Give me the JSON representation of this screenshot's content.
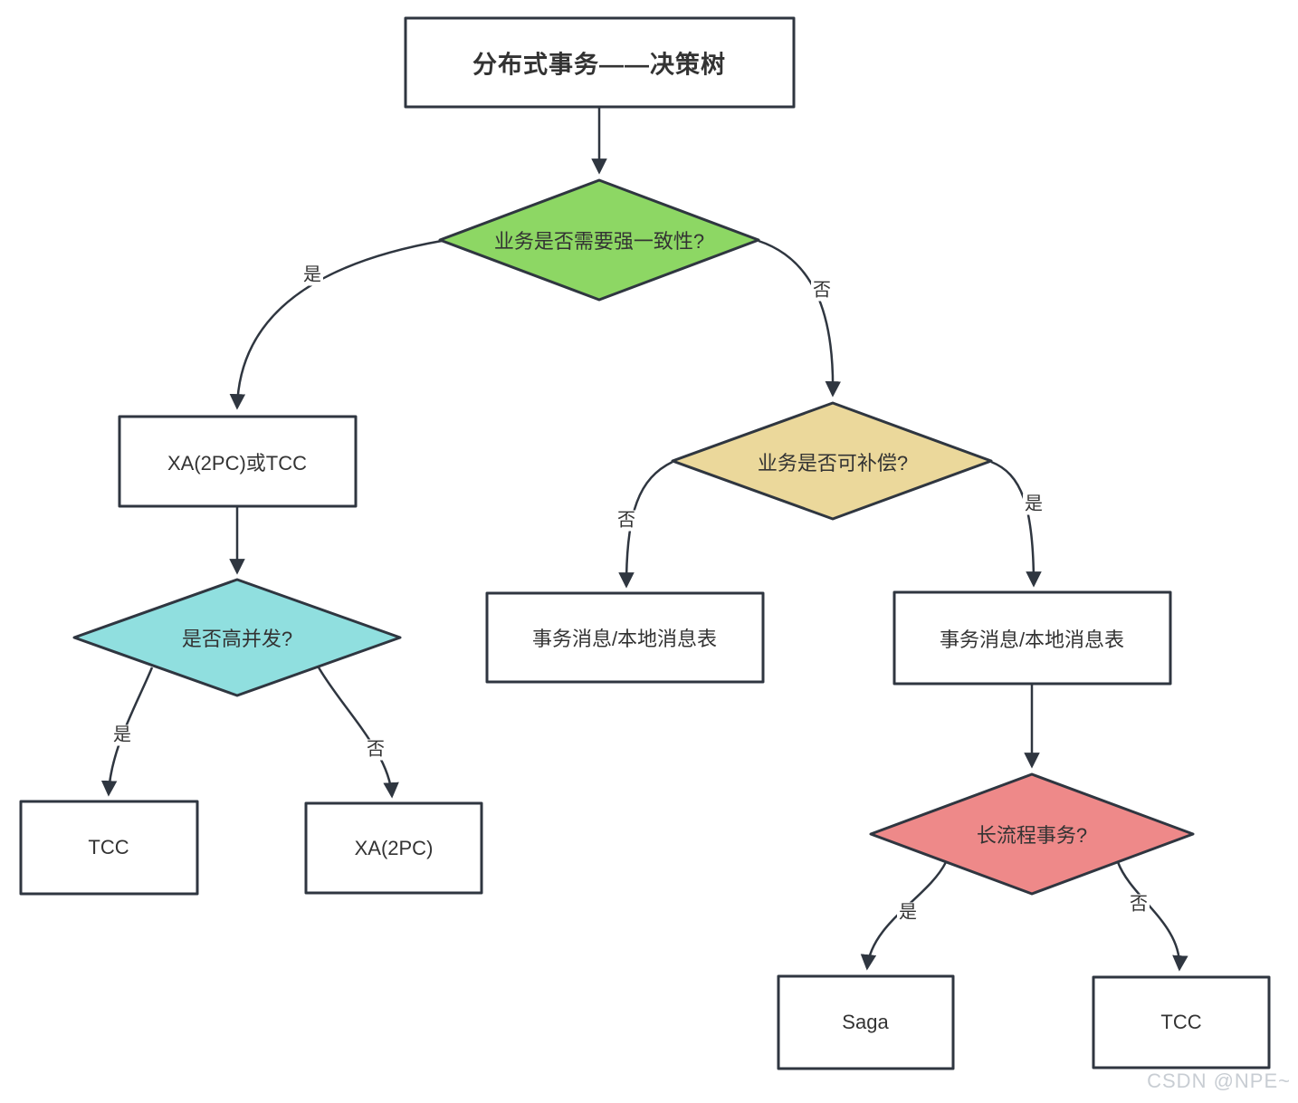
{
  "colors": {
    "green": "#8dd764",
    "cyan": "#90dfdf",
    "yellow": "#ebd89b",
    "red": "#ee8989",
    "stroke": "#2f3640",
    "text": "#333333",
    "watermark": "#c8cdd3"
  },
  "title": "分布式事务——决策树",
  "nodes": {
    "q_strong": "业务是否需要强一致性?",
    "xa_or_tcc": "XA(2PC)或TCC",
    "q_concurrency": "是否高并发?",
    "tcc_left": "TCC",
    "xa_2pc": "XA(2PC)",
    "q_compensable": "业务是否可补偿?",
    "msg_left": "事务消息/本地消息表",
    "msg_right": "事务消息/本地消息表",
    "q_long": "长流程事务?",
    "saga": "Saga",
    "tcc_right": "TCC"
  },
  "edge_labels": {
    "strong_yes": "是",
    "strong_no": "否",
    "concurrency_yes": "是",
    "concurrency_no": "否",
    "compensable_no": "否",
    "compensable_yes": "是",
    "long_yes": "是",
    "long_no": "否"
  },
  "watermark": "CSDN @NPE~"
}
